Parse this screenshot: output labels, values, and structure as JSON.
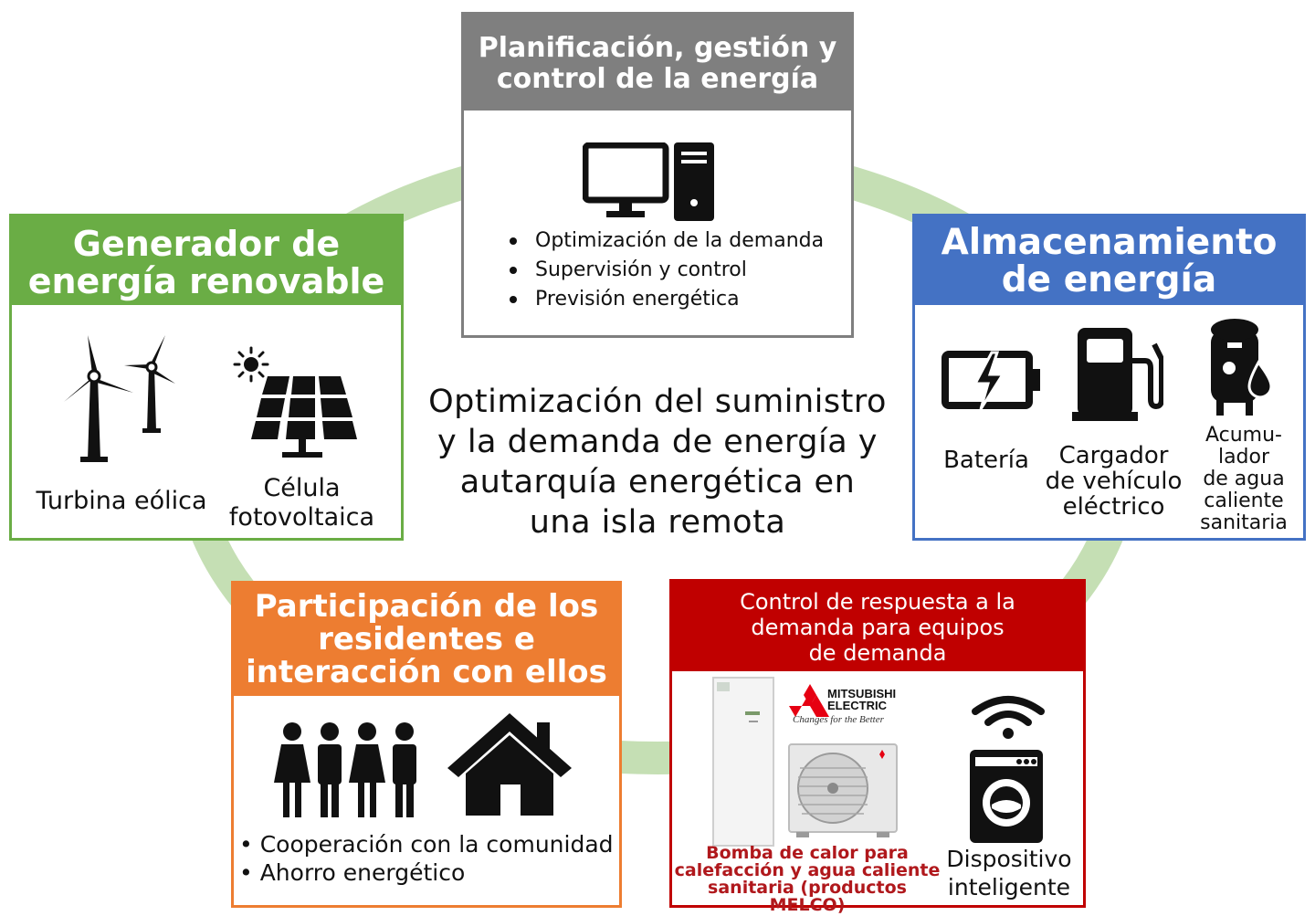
{
  "colors": {
    "ring": "#c5dfb4",
    "gray": "#7f7f7f",
    "green": "#6aad45",
    "blue": "#4472c4",
    "orange": "#ed7d31",
    "red": "#c00000",
    "dark_red": "#b0181c",
    "icon": "#111111"
  },
  "center": {
    "lines": [
      "Optimización del suministro",
      "y la demanda de energía y",
      "autarquía energética en",
      "una isla remota"
    ]
  },
  "planning": {
    "title_lines": [
      "Planificación, gestión y",
      "control de la energía"
    ],
    "icon": "desktop-computer-icon",
    "bullets": [
      "Optimización de la demanda",
      "Supervisión y control",
      "Previsión energética"
    ]
  },
  "renewable": {
    "title_lines": [
      "Generador de",
      "energía renovable"
    ],
    "items": [
      {
        "icon": "wind-turbine-icon",
        "label_lines": [
          "Turbina eólica"
        ]
      },
      {
        "icon": "solar-panel-icon",
        "label_lines": [
          "Célula",
          "fotovoltaica"
        ]
      }
    ]
  },
  "storage": {
    "title_lines": [
      "Almacenamiento",
      "de energía"
    ],
    "items": [
      {
        "icon": "battery-icon",
        "label_lines": [
          "Batería"
        ]
      },
      {
        "icon": "ev-charger-icon",
        "label_lines": [
          "Cargador",
          "de vehículo",
          "eléctrico"
        ]
      },
      {
        "icon": "water-heater-icon",
        "label_lines": [
          "Acumu-",
          "lador",
          "de agua",
          "caliente",
          "sanitaria"
        ]
      }
    ]
  },
  "residents": {
    "title_lines": [
      "Participación de los",
      "residentes e",
      "interacción con ellos"
    ],
    "icons": [
      "people-icon",
      "house-icon"
    ],
    "bullets": [
      "Cooperación con la comunidad",
      "Ahorro energético"
    ]
  },
  "demand": {
    "title_lines": [
      "Control de respuesta a la",
      "demanda para equipos",
      "de demanda"
    ],
    "brand": {
      "name_lines": [
        "MITSUBISHI",
        "ELECTRIC"
      ],
      "tagline": "Changes for the Better"
    },
    "heatpump_caption_lines": [
      "Bomba de calor para",
      "calefacción y agua caliente",
      "sanitaria (productos MELCO)"
    ],
    "device": {
      "icon": "smart-washing-machine-icon",
      "label_lines": [
        "Dispositivo",
        "inteligente"
      ]
    }
  }
}
